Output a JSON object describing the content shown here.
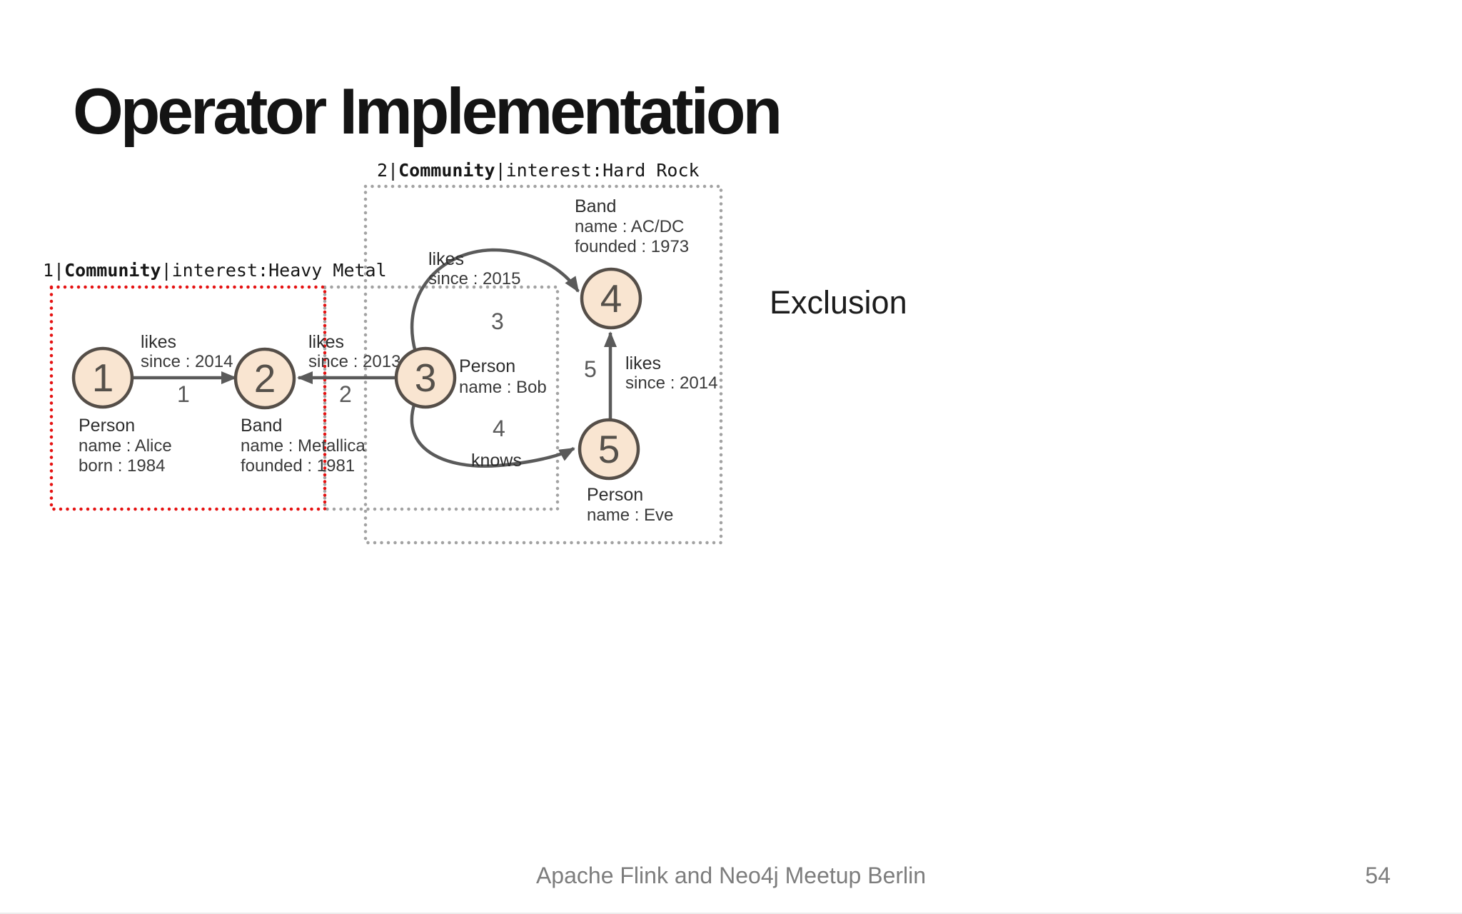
{
  "slide": {
    "title": "Operator Implementation",
    "annotation": "Exclusion",
    "footer": {
      "label": "Apache Flink and Neo4j Meetup Berlin",
      "page_number": "54"
    }
  },
  "graph": {
    "communities": [
      {
        "id": "1",
        "prefix": "1|",
        "name": "Community",
        "suffix": "|interest:Heavy Metal",
        "border_color": "#e51212"
      },
      {
        "id": "2",
        "prefix": "2|",
        "name": "Community",
        "suffix": "|interest:Hard Rock",
        "border_color": "#a2a2a2"
      }
    ],
    "nodes": [
      {
        "id": "1",
        "label": "Person",
        "prop1": "name : Alice",
        "prop2": "born : 1984"
      },
      {
        "id": "2",
        "label": "Band",
        "prop1": "name : Metallica",
        "prop2": "founded : 1981"
      },
      {
        "id": "3",
        "label": "Person",
        "prop1": "name : Bob"
      },
      {
        "id": "4",
        "label": "Band",
        "prop1": "name : AC/DC",
        "prop2": "founded : 1973"
      },
      {
        "id": "5",
        "label": "Person",
        "prop1": "name : Eve"
      }
    ],
    "edges": [
      {
        "order": "1",
        "type": "likes",
        "prop": "since : 2014",
        "from": "1",
        "to": "2"
      },
      {
        "order": "2",
        "type": "likes",
        "prop": "since : 2013",
        "from": "3",
        "to": "2"
      },
      {
        "order": "3",
        "type": "likes",
        "prop": "since : 2015",
        "from": "3",
        "to": "4"
      },
      {
        "order": "4",
        "type": "knows",
        "from": "3",
        "to": "5"
      },
      {
        "order": "5",
        "type": "likes",
        "prop": "since : 2014",
        "from": "5",
        "to": "4"
      }
    ]
  },
  "colors": {
    "node_fill": "#f9e5d1",
    "node_border": "#554e48",
    "edge_line": "#5a5a5a",
    "community1_border": "#e51212",
    "community2_border": "#a2a2a2",
    "footer_text": "#7d7d7d",
    "title_text": "#141414"
  }
}
